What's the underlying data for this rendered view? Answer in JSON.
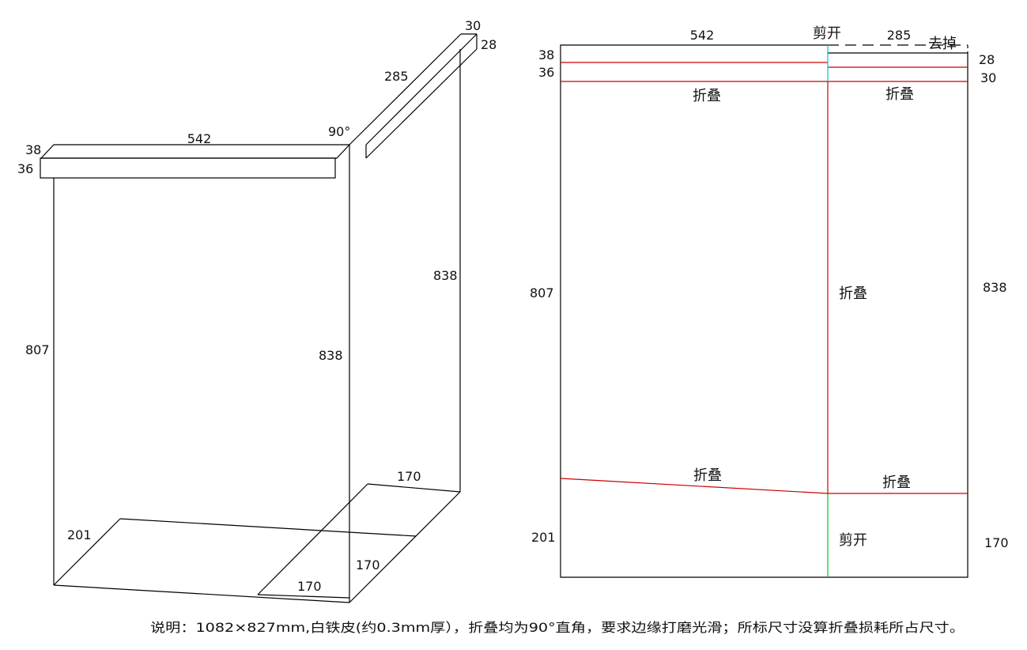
{
  "left_view": {
    "dims": {
      "top_length": "542",
      "top_height_outer": "38",
      "top_height_inner": "36",
      "corner_angle": "90°",
      "arm_length": "285",
      "arm_top": "30",
      "arm_side": "28",
      "back_height": "838",
      "front_height": "838",
      "left_height": "807",
      "bottom_left_depth": "201",
      "bottom_right_depth": "170",
      "bottom_front_right": "170",
      "bottom_front_width": "170"
    }
  },
  "right_view": {
    "dims": {
      "top_left_length": "542",
      "cut_label": "剪开",
      "top_right_length": "285",
      "remove_label": "去掉",
      "left_38": "38",
      "left_36": "36",
      "right_28": "28",
      "right_30": "30",
      "fold_top_left": "折叠",
      "fold_top_right": "折叠",
      "left_807": "807",
      "fold_center": "折叠",
      "right_838": "838",
      "fold_bottom_left": "折叠",
      "fold_bottom_right": "折叠",
      "left_201": "201",
      "cut_bottom": "剪开",
      "right_170": "170"
    },
    "colors": {
      "fold_line": "#cc0000",
      "cut_line_top": "#00c0e0",
      "cut_line_bottom": "#00cc00",
      "outline": "#000000"
    }
  },
  "note": "说明：1082×827mm,白铁皮(约0.3mm厚），折叠均为90°直角，要求边缘打磨光滑；所标尺寸没算折叠损耗所占尺寸。"
}
